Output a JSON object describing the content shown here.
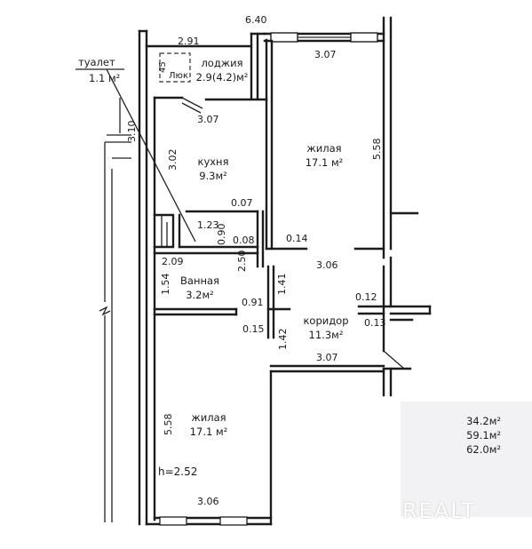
{
  "rooms": {
    "loggia": {
      "name": "лоджия",
      "area": "2.9(4.2)м²"
    },
    "toilet": {
      "name": "туалет",
      "area": "1.1 м²"
    },
    "kitchen": {
      "name": "кухня",
      "area": "9.3м²"
    },
    "living_top": {
      "name": "жилая",
      "area": "17.1 м²"
    },
    "bathroom": {
      "name": "Ванная",
      "area": "3.2м²"
    },
    "corridor": {
      "name": "коридор",
      "area": "11.3м²"
    },
    "living_bottom": {
      "name": "жилая",
      "area": "17.1 м²"
    }
  },
  "dimensions": {
    "d_640": "6.40",
    "d_291": "2.91",
    "d_307_top": "3.07",
    "d_307_kitchen": "3.07",
    "d_310": "3.10",
    "d_302": "3.02",
    "d_558_top": "5.58",
    "d_007": "0.07",
    "d_123": "1.23",
    "d_090": "0.90",
    "d_008": "0.08",
    "d_014": "0.14",
    "d_209": "2.09",
    "d_250": "2.50",
    "d_306_mid": "3.06",
    "d_154": "1.54",
    "d_141": "1.41",
    "d_012": "0.12",
    "d_091": "0.91",
    "d_015": "0.15",
    "d_142": "1.42",
    "d_013": "0.13",
    "d_307_bottom": "3.07",
    "d_558_bottom": "5.58",
    "d_306_bottom": "3.06"
  },
  "ceiling_height": "h=2.52",
  "loggia_fixture": {
    "label": "Люк",
    "marker": "45"
  },
  "summary": [
    "34.2м²",
    "59.1м²",
    "62.0м²"
  ],
  "watermark": "REALT"
}
